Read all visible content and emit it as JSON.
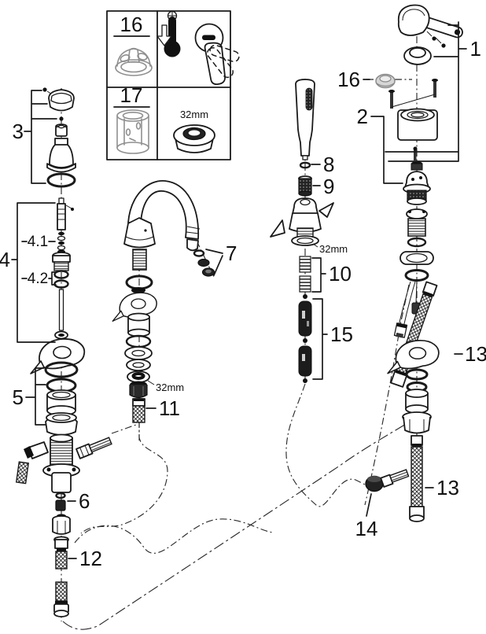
{
  "page": {
    "background": "#ffffff",
    "line_color": "#1a1a1a",
    "grey_part_color": "#8f8f8f"
  },
  "inset": {
    "item16_label": "16",
    "item17_label": "17",
    "nut_size": "32mm"
  },
  "callouts": {
    "part1": "1",
    "part2": "2",
    "part3": "3",
    "part4": "4",
    "part4_1": "4.1",
    "part4_2": "4.2",
    "part5": "5",
    "part6": "6",
    "part7": "7",
    "part8": "8",
    "part9": "9",
    "part10": "10",
    "part11": "11",
    "part12": "12",
    "part13": "13",
    "part14": "14",
    "part15": "15",
    "part16": "16"
  },
  "annotations": {
    "spout_nut_size": "32mm",
    "shower_nut_size": "32mm"
  }
}
